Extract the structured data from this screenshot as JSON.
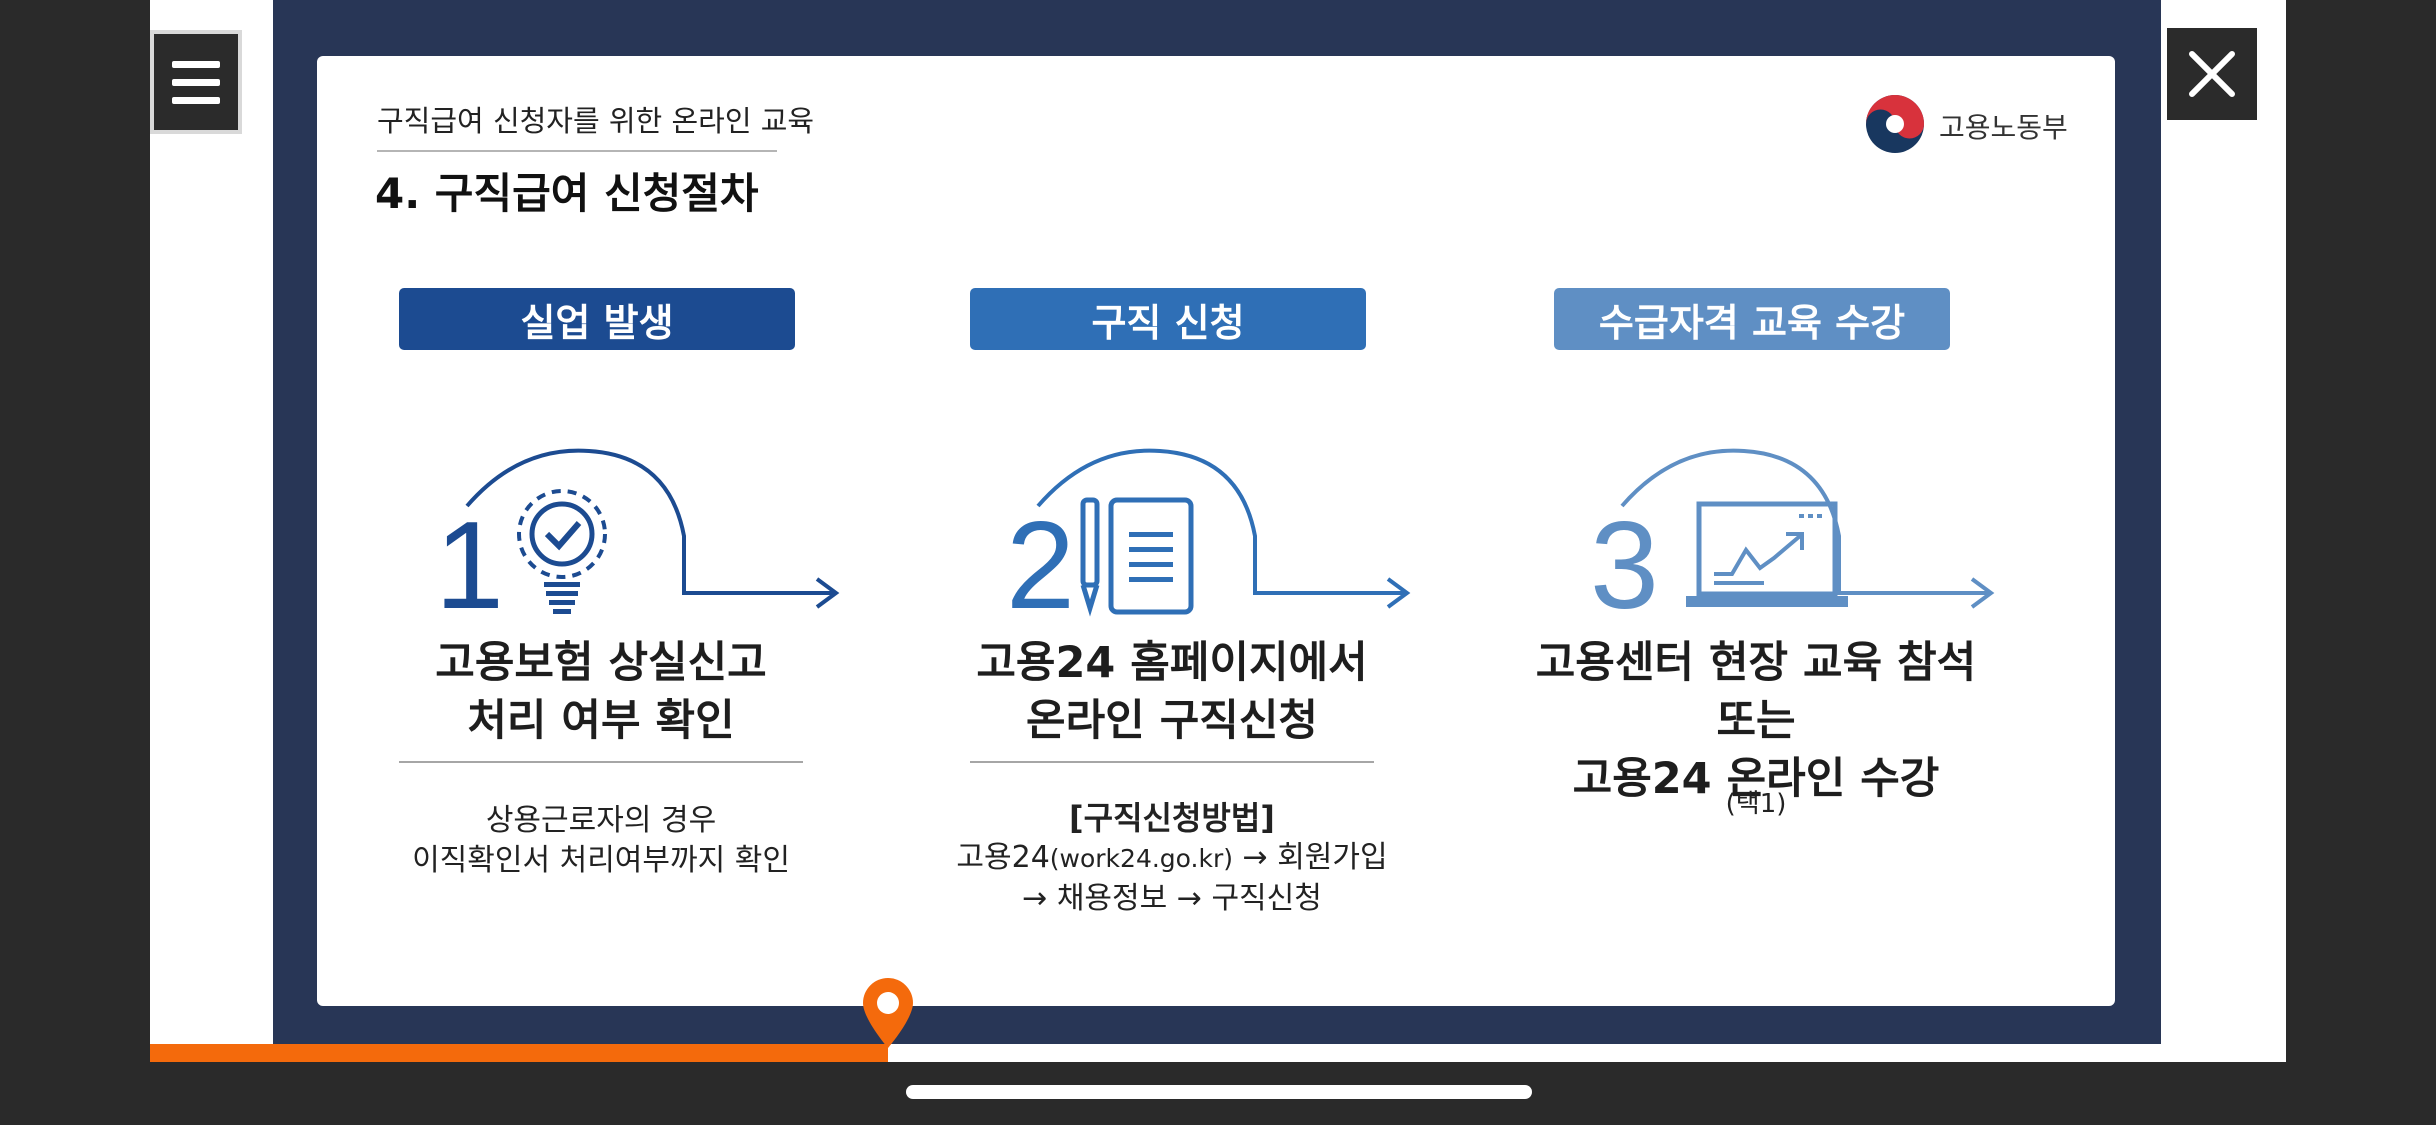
{
  "viewer": {
    "menu_icon": "hamburger-menu-icon",
    "close_icon": "close-x-icon"
  },
  "slide": {
    "subtitle": "구직급여 신청자를 위한 온라인 교육",
    "heading": "4. 구직급여 신청절차",
    "logo_text": "고용노동부",
    "steps": [
      {
        "label": "실업 발생",
        "number": "1",
        "icon": "lightbulb-check-icon",
        "title_lines": [
          "고용보험 상실신고",
          "처리 여부 확인"
        ],
        "note_lines": [
          "상용근로자의 경우",
          "이직확인서 처리여부까지 확인"
        ],
        "color": "#1c4b91"
      },
      {
        "label": "구직 신청",
        "number": "2",
        "icon": "pen-document-icon",
        "title_lines": [
          "고용24 홈페이지에서",
          "온라인 구직신청"
        ],
        "note_title": "[구직신청방법]",
        "note_line1_a": "고용24",
        "note_line1_b": "(work24.go.kr)",
        "note_line1_c": " → 회원가입",
        "note_line2": "→ 채용정보 → 구직신청",
        "color": "#2f6fb6"
      },
      {
        "label": "수급자격 교육 수강",
        "number": "3",
        "icon": "laptop-chart-icon",
        "title_lines": [
          "고용센터 현장 교육 참석",
          "또는",
          "고용24 온라인 수강"
        ],
        "note_small": "(택1)",
        "color": "#5f8fc4"
      }
    ]
  },
  "colors": {
    "frame": "#283656",
    "progress": "#f46a0c",
    "step1": "#1c4b91",
    "step2": "#2f6fb6",
    "step3": "#5f8fc4"
  },
  "playback": {
    "progress_fraction": 0.3454
  }
}
